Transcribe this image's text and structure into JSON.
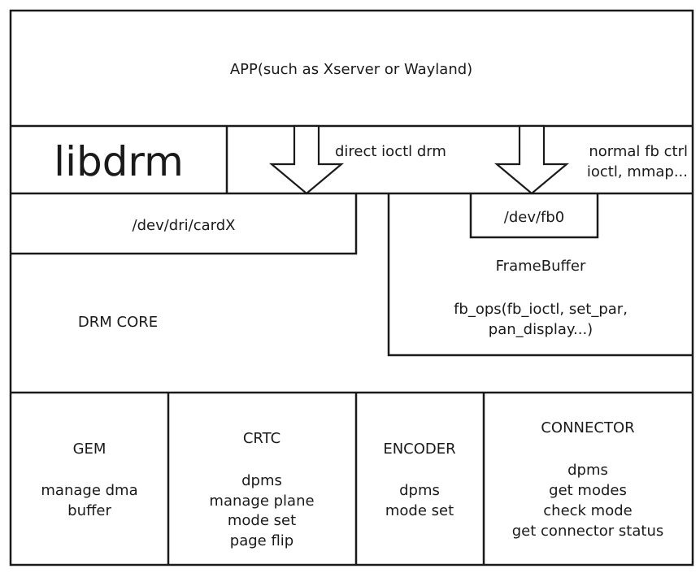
{
  "app": {
    "label": "APP(such as Xserver or Wayland)"
  },
  "libdrm": {
    "label": "libdrm"
  },
  "arrows": {
    "drm": {
      "label": "direct ioctl drm"
    },
    "fb": {
      "label_line1": "normal fb ctrl",
      "label_line2": "ioctl, mmap..."
    }
  },
  "drm_core": {
    "device": "/dev/dri/cardX",
    "label": "DRM CORE"
  },
  "framebuffer": {
    "device": "/dev/fb0",
    "title": "FrameBuffer",
    "ops_line1": "fb_ops(fb_ioctl, set_par,",
    "ops_line2": "pan_display...)"
  },
  "components": {
    "gem": {
      "title": "GEM",
      "lines": [
        "manage dma",
        "buffer"
      ]
    },
    "crtc": {
      "title": "CRTC",
      "lines": [
        "dpms",
        "manage plane",
        "mode set",
        "page flip"
      ]
    },
    "encoder": {
      "title": "ENCODER",
      "lines": [
        "dpms",
        "mode set"
      ]
    },
    "connector": {
      "title": "CONNECTOR",
      "lines": [
        "dpms",
        "get modes",
        "check mode",
        "get connector status"
      ]
    }
  }
}
